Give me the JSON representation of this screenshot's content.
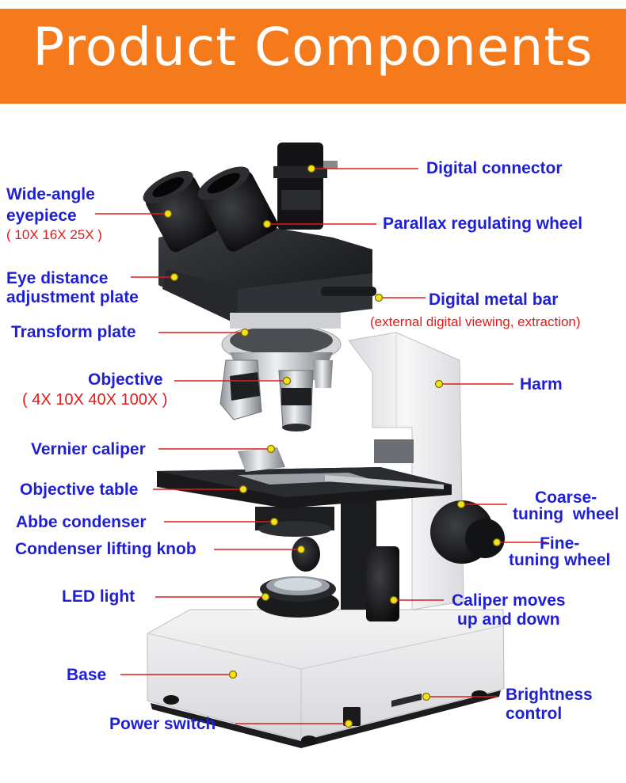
{
  "header": {
    "title": "Product Components"
  },
  "labels": {
    "digital_connector": "Digital connector",
    "wide_angle_eyepiece": "Wide-angle\neyepiece",
    "eyepiece_magnification": "( 10X 16X 25X )",
    "parallax_wheel": "Parallax regulating wheel",
    "eye_distance_plate": "Eye distance\nadjustment plate",
    "digital_metal_bar": "Digital metal bar",
    "digital_metal_bar_note": "(external digital viewing, extraction)",
    "transform_plate": "Transform plate",
    "objective": "Objective",
    "objective_magnification": "( 4X  10X  40X 100X )",
    "harm": "Harm",
    "vernier_caliper": "Vernier caliper",
    "objective_table": "Objective table",
    "coarse_tuning": "Coarse-\ntuning  wheel",
    "abbe_condenser": "Abbe condenser",
    "fine_tuning": "Fine-\ntuning wheel",
    "condenser_knob": "Condenser lifting knob",
    "led_light": "LED light",
    "caliper_moves": "Caliper moves\nup and down",
    "base": "Base",
    "brightness_control": "Brightness\ncontrol",
    "power_switch": "Power switch"
  },
  "colors": {
    "banner": "#f47a1c",
    "label_text": "#1f1fd6",
    "note_text": "#e01a1a",
    "leader_line": "#e01a1a",
    "marker": "#f2e21a"
  }
}
